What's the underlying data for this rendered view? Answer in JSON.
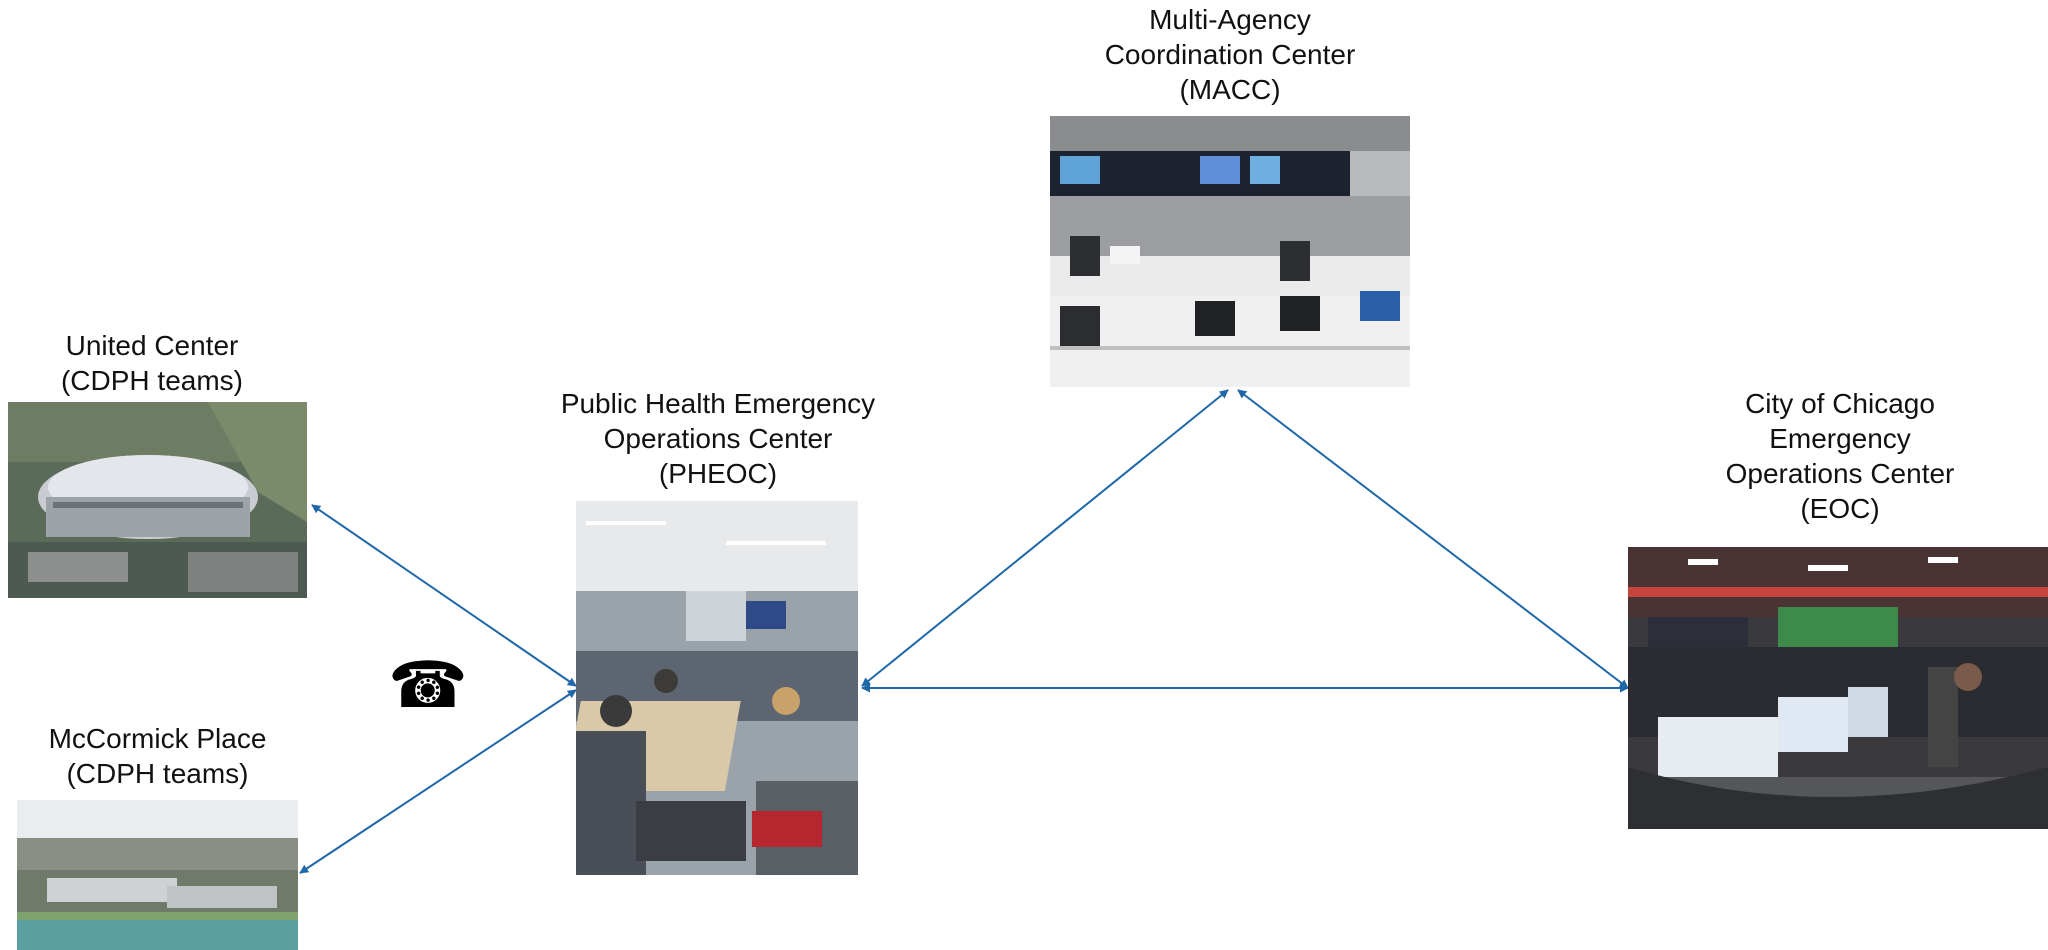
{
  "colors": {
    "connector": "#1F67A8",
    "text": "#111111",
    "background": "#ffffff"
  },
  "nodes": {
    "united_center": {
      "lines": [
        "United Center",
        "(CDPH teams)"
      ],
      "photo": "aerial view of United Center arena"
    },
    "mccormick_place": {
      "lines": [
        "McCormick Place",
        "(CDPH teams)"
      ],
      "photo": "aerial view of McCormick Place and lakefront"
    },
    "pheoc": {
      "lines": [
        "Public Health Emergency",
        "Operations Center",
        "(PHEOC)"
      ],
      "photo": "staff working at tables in operations center"
    },
    "macc": {
      "lines": [
        "Multi-Agency",
        "Coordination Center",
        "(MACC)"
      ],
      "photo": "empty coordination room with video wall and workstations"
    },
    "eoc": {
      "lines": [
        "City of Chicago",
        "Emergency",
        "Operations Center",
        "(EOC)"
      ],
      "photo": "emergency operations center with monitors and red lighting"
    }
  },
  "connections": [
    {
      "from": "united_center",
      "to": "pheoc",
      "arrows": "both"
    },
    {
      "from": "mccormick_place",
      "to": "pheoc",
      "arrows": "both"
    },
    {
      "from": "pheoc",
      "to": "macc",
      "arrows": "both"
    },
    {
      "from": "pheoc",
      "to": "eoc",
      "arrows": "both"
    },
    {
      "from": "macc",
      "to": "eoc",
      "arrows": "both"
    }
  ],
  "icons": {
    "phone": {
      "name": "telephone-icon",
      "glyph": "☎"
    }
  }
}
